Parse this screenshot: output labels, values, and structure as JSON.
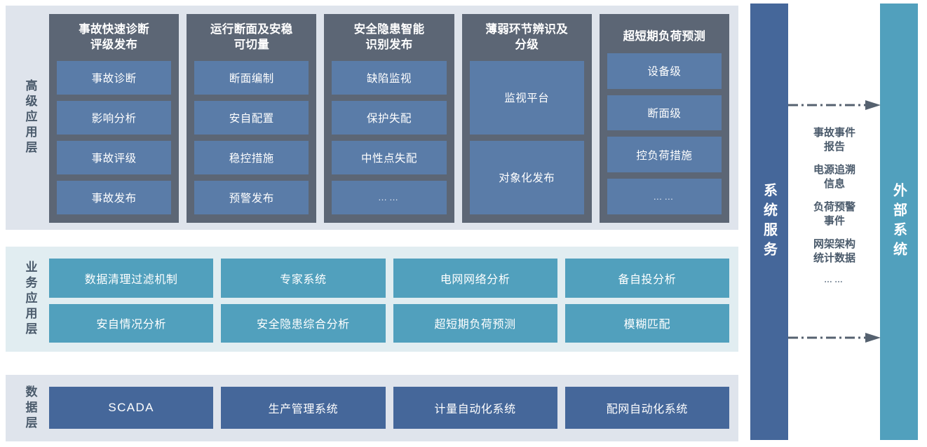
{
  "layers": [
    {
      "id": "advanced-application",
      "title": "高级应用层",
      "panels": [
        {
          "title": "事故快速诊断\n评级发布",
          "items": [
            "事故诊断",
            "影响分析",
            "事故评级",
            "事故发布"
          ]
        },
        {
          "title": "运行断面及安稳\n可切量",
          "items": [
            "断面编制",
            "安自配置",
            "稳控措施",
            "预警发布"
          ]
        },
        {
          "title": "安全隐患智能\n识别发布",
          "items": [
            "缺陷监视",
            "保护失配",
            "中性点失配",
            "……"
          ]
        },
        {
          "title": "薄弱环节辨识及\n分级",
          "items": [
            "监视平台",
            "对象化发布"
          ]
        },
        {
          "title": "超短期负荷预测",
          "items": [
            "设备级",
            "断面级",
            "控负荷措施",
            "……"
          ]
        }
      ]
    },
    {
      "id": "business-application",
      "title": "业务应用层",
      "items": [
        "数据清理过滤机制",
        "专家系统",
        "电网网络分析",
        "备自投分析",
        "安自情况分析",
        "安全隐患综合分析",
        "超短期负荷预测",
        "模糊匹配"
      ]
    },
    {
      "id": "data-layer",
      "title": "数据层",
      "items": [
        "SCADA",
        "生产管理系统",
        "计量自动化系统",
        "配网自动化系统"
      ]
    }
  ],
  "right_panel": {
    "service_bar_label": "系统服务",
    "external_bar_label": "外部系统",
    "flow_labels": [
      "事故事件\n报告",
      "电源追溯\n信息",
      "负荷预警\n事件",
      "网架架构\n统计数据"
    ],
    "flow_more": "……",
    "arrows": [
      {
        "name": "arrow-top",
        "direction": "right",
        "style": "dash-dot"
      },
      {
        "name": "arrow-bottom",
        "direction": "right",
        "style": "dash-dot"
      }
    ]
  },
  "colors": {
    "band_grey": "#dfe4ec",
    "band_cyan": "#e1edf1",
    "panel_dark": "#5c6675",
    "panel_box_blue": "#5a7ca8",
    "business_teal": "#51a0bd",
    "data_navy": "#45679a",
    "text_slate": "#4a5a6b",
    "arrow_slate": "#55616f"
  }
}
